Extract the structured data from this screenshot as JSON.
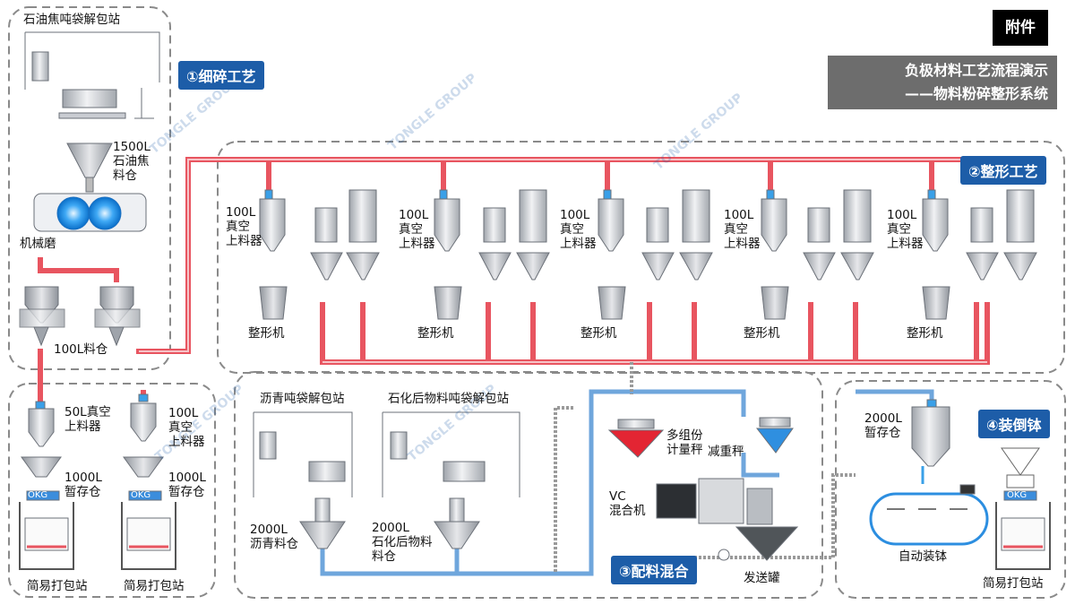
{
  "corner_tag": "附件",
  "title": {
    "line1": "负极材料工艺流程演示",
    "line2": "——物料粉碎整形系统"
  },
  "sections": {
    "s1": "①细碎工艺",
    "s2": "②整形工艺",
    "s3": "③配料混合",
    "s4": "④装倒钵"
  },
  "labels": {
    "petcoke_station": "石油焦吨袋解包站",
    "petcoke_silo": "1500L\n石油焦\n料仓",
    "mill": "机械磨",
    "silo_100l": "100L料仓",
    "vacuum_50l": "50L真空\n上料器",
    "vacuum_100l_lower": "100L\n真空\n上料器",
    "buffer_1000l_a": "1000L\n暂存仓",
    "buffer_1000l_b": "1000L\n暂存仓",
    "packing_a": "简易打包站",
    "packing_b": "简易打包站",
    "vac_loader_1": "100L\n真空\n上料器",
    "vac_loader_2": "100L\n真空\n上料器",
    "vac_loader_3": "100L\n真空\n上料器",
    "vac_loader_4": "100L\n真空\n上料器",
    "vac_loader_5": "100L\n真空\n上料器",
    "shaper_1": "整形机",
    "shaper_2": "整形机",
    "shaper_3": "整形机",
    "shaper_4": "整形机",
    "shaper_5": "整形机",
    "pitch_station": "沥青吨袋解包站",
    "graphitized_station": "石化后物料吨袋解包站",
    "pitch_silo": "2000L\n沥青料仓",
    "graphitized_silo": "2000L\n石化后物料\n料仓",
    "multi_scale": "多组份\n计量秤",
    "loss_scale": "减重秤",
    "vc_mixer": "VC\n混合机",
    "send_tank": "发送罐",
    "buffer_2000l": "2000L\n暂存仓",
    "auto_loading": "自动装钵",
    "packing_c": "简易打包站",
    "okg_a": "OKG",
    "okg_b": "OKG",
    "okg_c": "OKG"
  },
  "watermark": "TONGLE GROUP",
  "colors": {
    "pipe_red": "#e85560",
    "pipe_blue": "#6fa6dc",
    "badge": "#1d5da8",
    "frame": "#8a8a8a",
    "equipment": "#c9ccd2"
  }
}
